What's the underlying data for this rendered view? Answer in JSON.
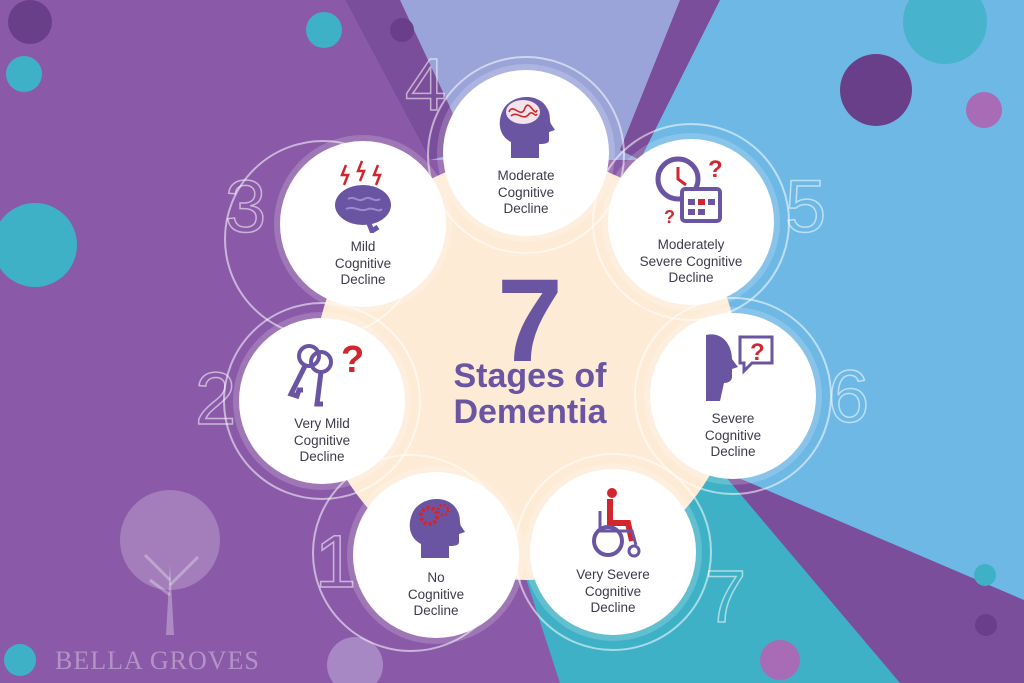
{
  "title": {
    "number": "7",
    "line1": "Stages of",
    "line2": "Dementia"
  },
  "stages": [
    {
      "number": "1",
      "label": [
        "No",
        "Cognitive",
        "Decline"
      ],
      "icon": "head-gears-icon"
    },
    {
      "number": "2",
      "label": [
        "Very Mild",
        "Cognitive",
        "Decline"
      ],
      "icon": "keys-question-icon"
    },
    {
      "number": "3",
      "label": [
        "Mild",
        "Cognitive",
        "Decline"
      ],
      "icon": "brain-lightning-icon"
    },
    {
      "number": "4",
      "label": [
        "Moderate",
        "Cognitive",
        "Decline"
      ],
      "icon": "head-tangled-brain-icon"
    },
    {
      "number": "5",
      "label": [
        "Moderately",
        "Severe Cognitive",
        "Decline"
      ],
      "icon": "clock-calendar-icon"
    },
    {
      "number": "6",
      "label": [
        "Severe",
        "Cognitive",
        "Decline"
      ],
      "icon": "profile-speech-question-icon"
    },
    {
      "number": "7",
      "label": [
        "Very Severe",
        "Cognitive",
        "Decline"
      ],
      "icon": "wheelchair-icon"
    }
  ],
  "brand": "Bella Groves",
  "colors": {
    "purple_bg": "#8a5aa8",
    "light_blue_bg": "#6eb8e6",
    "teal_bg": "#3fb1c6",
    "title_purple": "#6a55a2",
    "center_cream": "#fdebd6",
    "accent_red": "#d1262e"
  }
}
